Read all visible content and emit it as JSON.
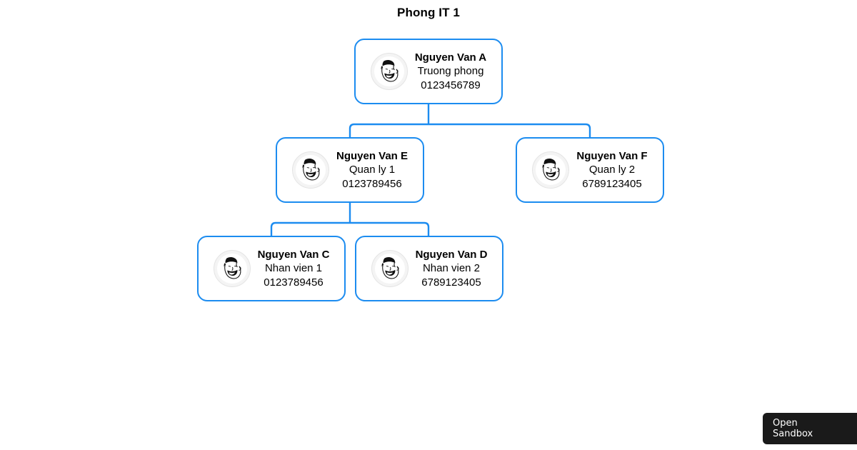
{
  "chart_data": {
    "type": "diagram",
    "diagram_kind": "org-chart",
    "title": "Phong IT 1",
    "accent_color": "#1c8cf0",
    "text_color": "#000000",
    "background": "#ffffff",
    "avatar_icon": "yao-ming-face-avatar",
    "levels": 3,
    "nodes": [
      {
        "id": "a",
        "name": "Nguyen Van A",
        "role": "Truong phong",
        "phone": "0123456789",
        "level": 1,
        "parent": null
      },
      {
        "id": "e",
        "name": "Nguyen Van E",
        "role": "Quan ly 1",
        "phone": "0123789456",
        "level": 2,
        "parent": "a"
      },
      {
        "id": "f",
        "name": "Nguyen Van F",
        "role": "Quan ly 2",
        "phone": "6789123405",
        "level": 2,
        "parent": "a"
      },
      {
        "id": "c",
        "name": "Nguyen Van C",
        "role": "Nhan vien 1",
        "phone": "0123789456",
        "level": 3,
        "parent": "e"
      },
      {
        "id": "d",
        "name": "Nguyen Van D",
        "role": "Nhan vien 2",
        "phone": "6789123405",
        "level": 3,
        "parent": "e"
      }
    ],
    "edges": [
      {
        "from": "a",
        "to": "e"
      },
      {
        "from": "a",
        "to": "f"
      },
      {
        "from": "e",
        "to": "c"
      },
      {
        "from": "e",
        "to": "d"
      }
    ]
  },
  "nodes": {
    "a": {
      "name": "Nguyen Van A",
      "role": "Truong phong",
      "phone": "0123456789"
    },
    "e": {
      "name": "Nguyen Van E",
      "role": "Quan ly 1",
      "phone": "0123789456"
    },
    "f": {
      "name": "Nguyen Van F",
      "role": "Quan ly 2",
      "phone": "6789123405"
    },
    "c": {
      "name": "Nguyen Van C",
      "role": "Nhan vien 1",
      "phone": "0123789456"
    },
    "d": {
      "name": "Nguyen Van D",
      "role": "Nhan vien 2",
      "phone": "6789123405"
    }
  },
  "title": "Phong IT 1",
  "sandbox_badge": {
    "line1": "Open",
    "line2": "Sandbox"
  }
}
